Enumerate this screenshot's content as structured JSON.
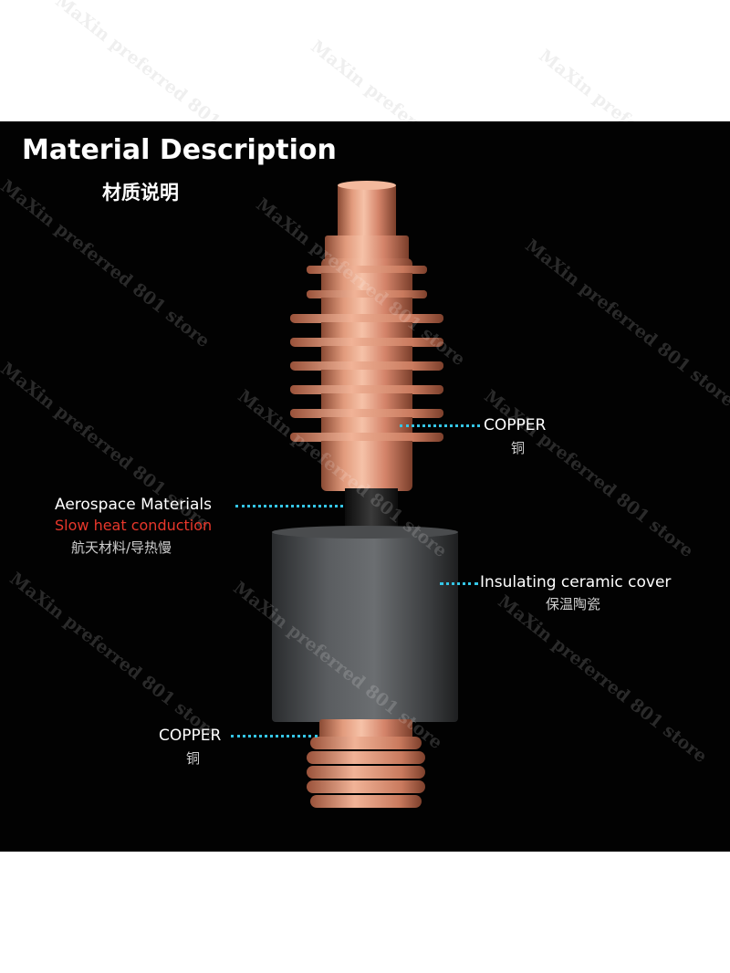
{
  "header": {
    "title": "Material Description",
    "subtitle": "材质说明"
  },
  "labels": {
    "copper_top": {
      "en": "COPPER",
      "zh": "铜"
    },
    "aerospace": {
      "en": "Aerospace Materials",
      "note": "Slow heat conduction",
      "zh": "航天材料/导热慢"
    },
    "ceramic": {
      "en": "Insulating ceramic cover",
      "zh": "保温陶瓷"
    },
    "copper_bottom": {
      "en": "COPPER",
      "zh": "铜"
    }
  },
  "watermark": {
    "text": "MaXin preferred 801 store"
  },
  "colors": {
    "background": "#020202",
    "leader": "#35c6e6",
    "accent_red": "#e8372b",
    "copper": "#d98a6a",
    "ceramic": "#3a3c3e"
  }
}
